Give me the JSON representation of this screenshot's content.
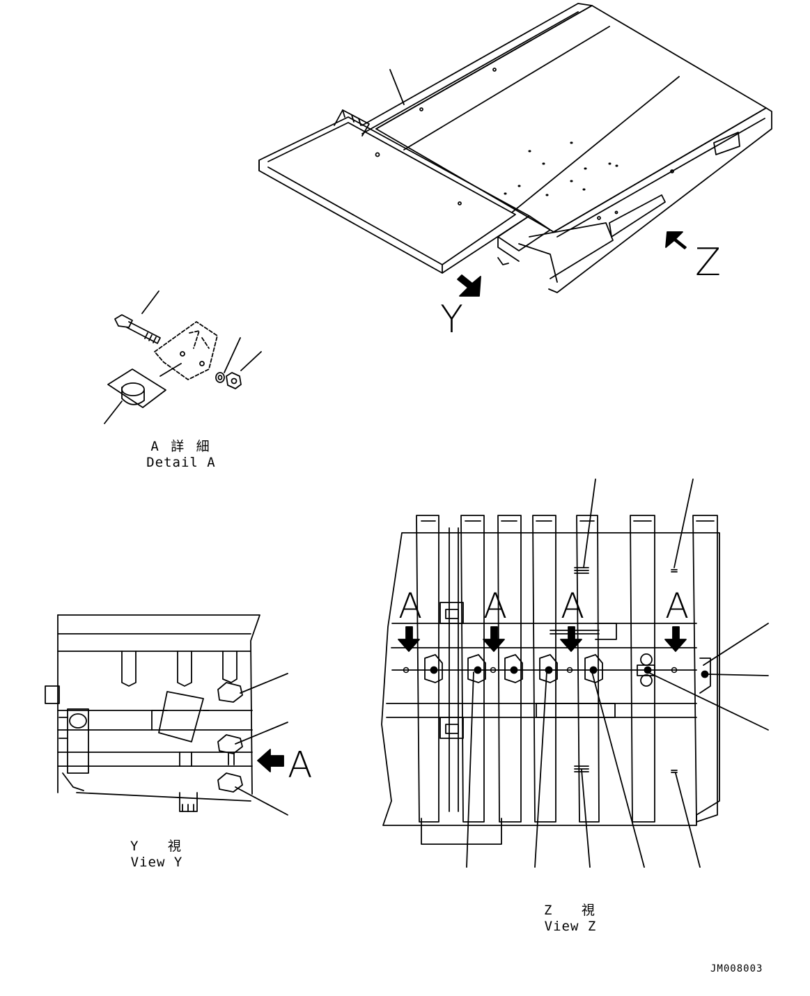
{
  "views": {
    "main": {
      "arrow_y": "Y",
      "arrow_z": "Z"
    },
    "detail_a": {
      "caption_jp": "A 詳 細",
      "caption_en": "Detail A"
    },
    "view_y": {
      "arrow_label": "A",
      "caption_jp": "Y 視",
      "caption_en": "View Y"
    },
    "view_z": {
      "section_labels": [
        "A",
        "A",
        "A",
        "A"
      ],
      "caption_jp": "Z 視",
      "caption_en": "View Z"
    }
  },
  "drawing_number": "JM008003"
}
